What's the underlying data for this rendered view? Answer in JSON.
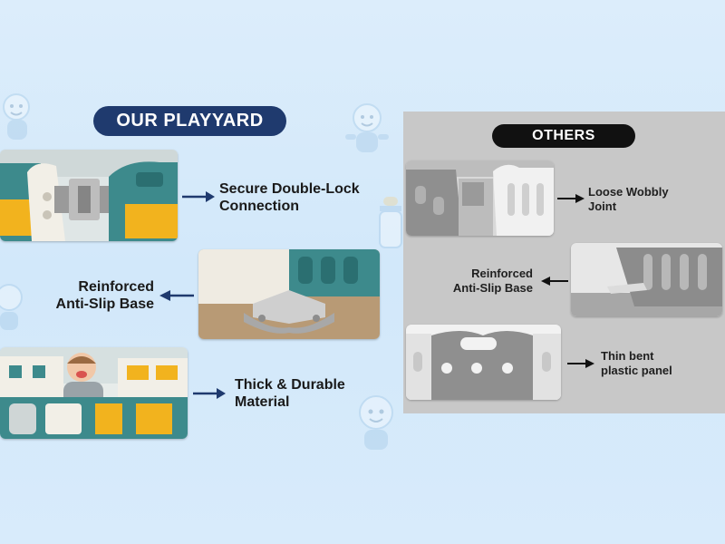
{
  "ours": {
    "heading": "OUR PLAYYARD",
    "features": [
      {
        "line1": "Secure Double-Lock",
        "line2": "Connection"
      },
      {
        "line1": "Reinforced",
        "line2": "Anti-Slip Base"
      },
      {
        "line1": "Thick & Durable",
        "line2": "Material"
      }
    ]
  },
  "others": {
    "heading": "OTHERS",
    "features": [
      {
        "line1": "Loose Wobbly",
        "line2": "Joint"
      },
      {
        "line1": "Reinforced",
        "line2": "Anti-Slip Base"
      },
      {
        "line1": "Thin bent",
        "line2": "plastic panel"
      }
    ]
  },
  "colors": {
    "background": "#d6ebfb",
    "ours_heading_bg": "#1f3a6e",
    "others_heading_bg": "#111111",
    "others_panel_bg": "#c8c8c8",
    "ours_arrow": "#1f3a6e",
    "others_arrow": "#111111"
  },
  "icons": [
    "baby-doodle-icon",
    "baby-bottle-doodle-icon",
    "arrow-right-icon",
    "arrow-left-icon"
  ]
}
